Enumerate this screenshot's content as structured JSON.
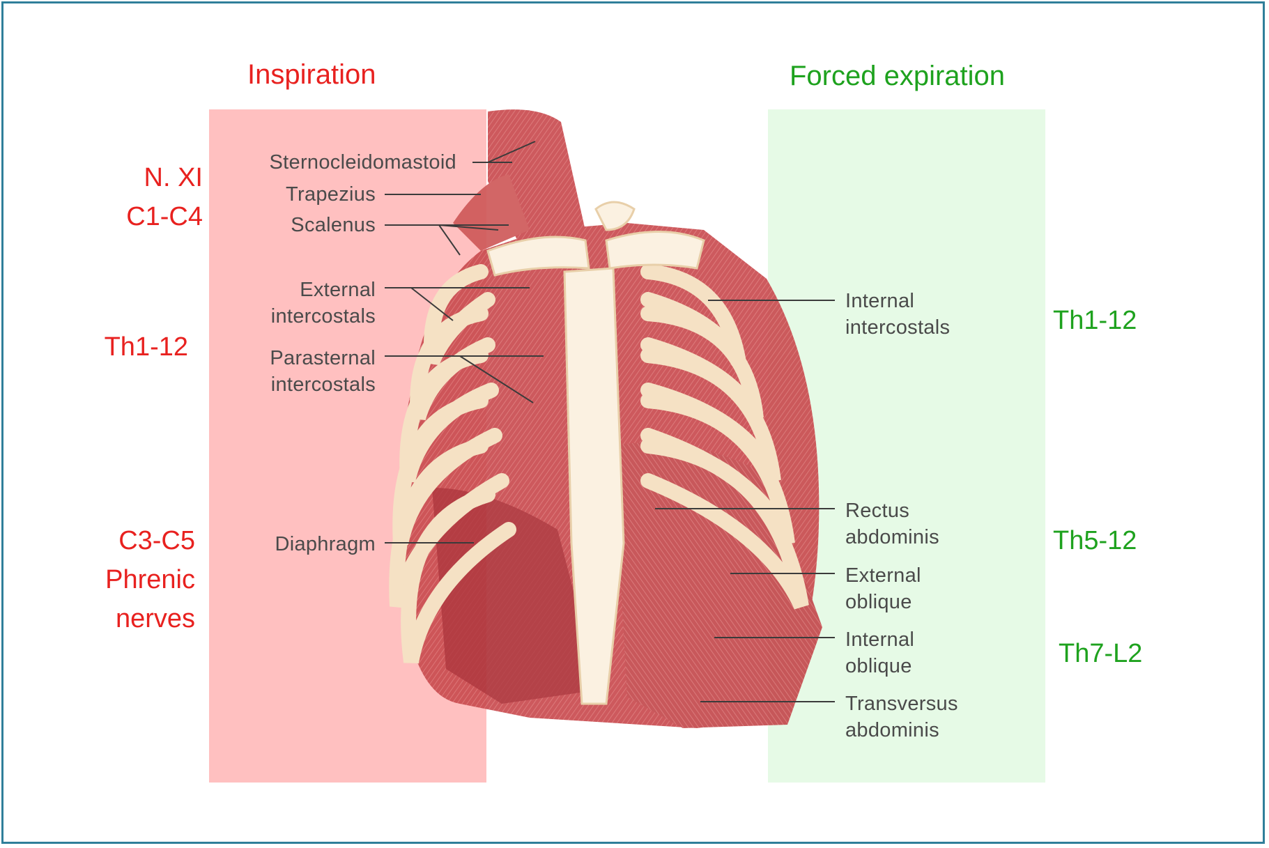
{
  "headings": {
    "inspiration": "Inspiration",
    "forced_expiration": "Forced expiration"
  },
  "inspiration_nerves": [
    {
      "line1": "N. XI",
      "line2": "C1-C4"
    },
    {
      "line1": "Th1-12"
    },
    {
      "line1": "C3-C5",
      "line2": "Phrenic",
      "line3": "nerves"
    }
  ],
  "expiration_nerves": [
    "Th1-12",
    "Th5-12",
    "Th7-L2"
  ],
  "inspiration_muscles": [
    {
      "line1": "Sternocleidomastoid"
    },
    {
      "line1": "Trapezius"
    },
    {
      "line1": "Scalenus"
    },
    {
      "line1": "External",
      "line2": "intercostals"
    },
    {
      "line1": "Parasternal",
      "line2": "intercostals"
    },
    {
      "line1": "Diaphragm"
    }
  ],
  "expiration_muscles": [
    {
      "line1": "Internal",
      "line2": "intercostals"
    },
    {
      "line1": "Rectus",
      "line2": "abdominis"
    },
    {
      "line1": "External",
      "line2": "oblique"
    },
    {
      "line1": "Internal",
      "line2": "oblique"
    },
    {
      "line1": "Transversus",
      "line2": "abdominis"
    }
  ],
  "colors": {
    "inspiration": "#e8211f",
    "expiration": "#1ea21e",
    "frame": "#2f7f9a",
    "muscle": "#c8454a",
    "bone": "#f6e3c6"
  }
}
